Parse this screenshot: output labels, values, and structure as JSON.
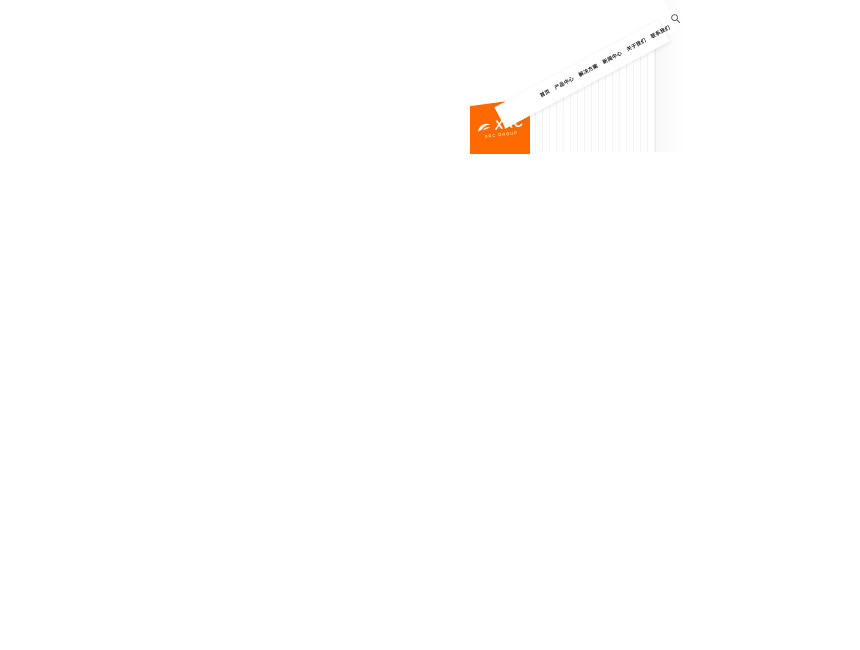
{
  "page": {
    "background": "#ffffff",
    "description": "Mostly blank page with a skewed website header snippet in the upper-right area"
  },
  "header": {
    "logo": {
      "text": "XRC",
      "sub_label": "XRC GROUP",
      "bg_color": "#ff6a00",
      "icon": "lion-swoosh-icon"
    },
    "nav": {
      "items": [
        {
          "label": "首页"
        },
        {
          "label": "产品中心"
        },
        {
          "label": "解决方案"
        },
        {
          "label": "新闻中心"
        },
        {
          "label": "关于我们"
        },
        {
          "label": "联系我们"
        }
      ]
    },
    "search": {
      "icon": "search-icon"
    }
  },
  "colors": {
    "accent": "#ff6a00",
    "stripe": "#ececec",
    "nav_text": "#222222"
  }
}
